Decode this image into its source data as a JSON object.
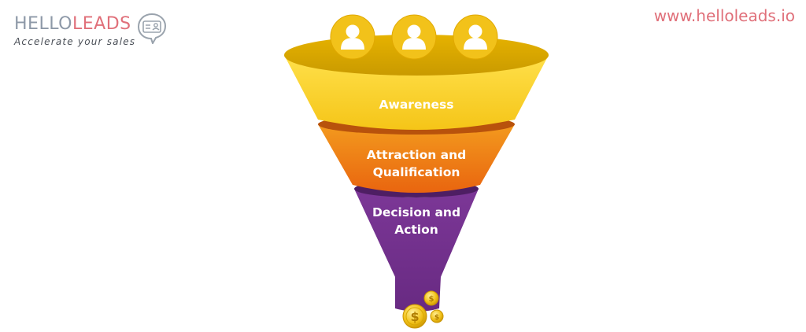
{
  "brand": {
    "name_part1": "HELLO",
    "name_part2": "LEADS",
    "tagline": "Accelerate your sales",
    "website": "www.helloleads.io",
    "colors": {
      "name_grey": "#8e99a8",
      "name_pink": "#e0707a"
    }
  },
  "funnel": {
    "top_icons": [
      "person-icon",
      "person-icon",
      "person-icon"
    ],
    "stages": [
      {
        "lines": [
          "Awareness"
        ],
        "color": "#f5c518"
      },
      {
        "lines": [
          "Attraction and",
          "Qualification"
        ],
        "color": "#ee7a16"
      },
      {
        "lines": [
          "Decision and",
          "Action"
        ],
        "color": "#74318f"
      }
    ],
    "output_icon": "coin-icon",
    "coin_symbol": "$"
  }
}
